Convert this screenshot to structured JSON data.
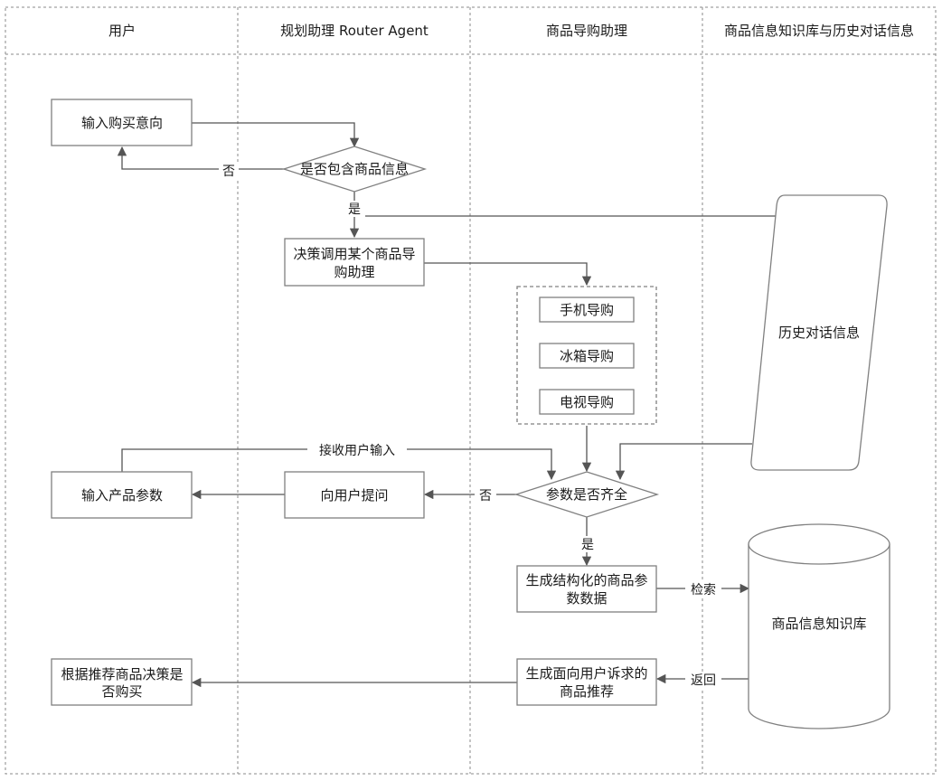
{
  "lanes": {
    "user": "用户",
    "router": "规划助理 Router Agent",
    "guide": "商品导购助理",
    "knowledge": "商品信息知识库与历史对话信息"
  },
  "nodes": {
    "input_intent": "输入购买意向",
    "contains_info": "是否包含商品信息",
    "decide_call_line1": "决策调用某个商品导",
    "decide_call_line2": "购助理",
    "phone_guide": "手机导购",
    "fridge_guide": "冰箱导购",
    "tv_guide": "电视导购",
    "history": "历史对话信息",
    "params_complete": "参数是否齐全",
    "ask_user": "向用户提问",
    "input_params": "输入产品参数",
    "gen_params_line1": "生成结构化的商品参",
    "gen_params_line2": "数数据",
    "knowledge_base": "商品信息知识库",
    "gen_reco_line1": "生成面向用户诉求的",
    "gen_reco_line2": "商品推荐",
    "decide_buy_line1": "根据推荐商品决策是",
    "decide_buy_line2": "否购买"
  },
  "edge_labels": {
    "no_1": "否",
    "yes_1": "是",
    "receive_input": "接收用户输入",
    "no_2": "否",
    "yes_2": "是",
    "retrieve": "检索",
    "return": "返回"
  }
}
